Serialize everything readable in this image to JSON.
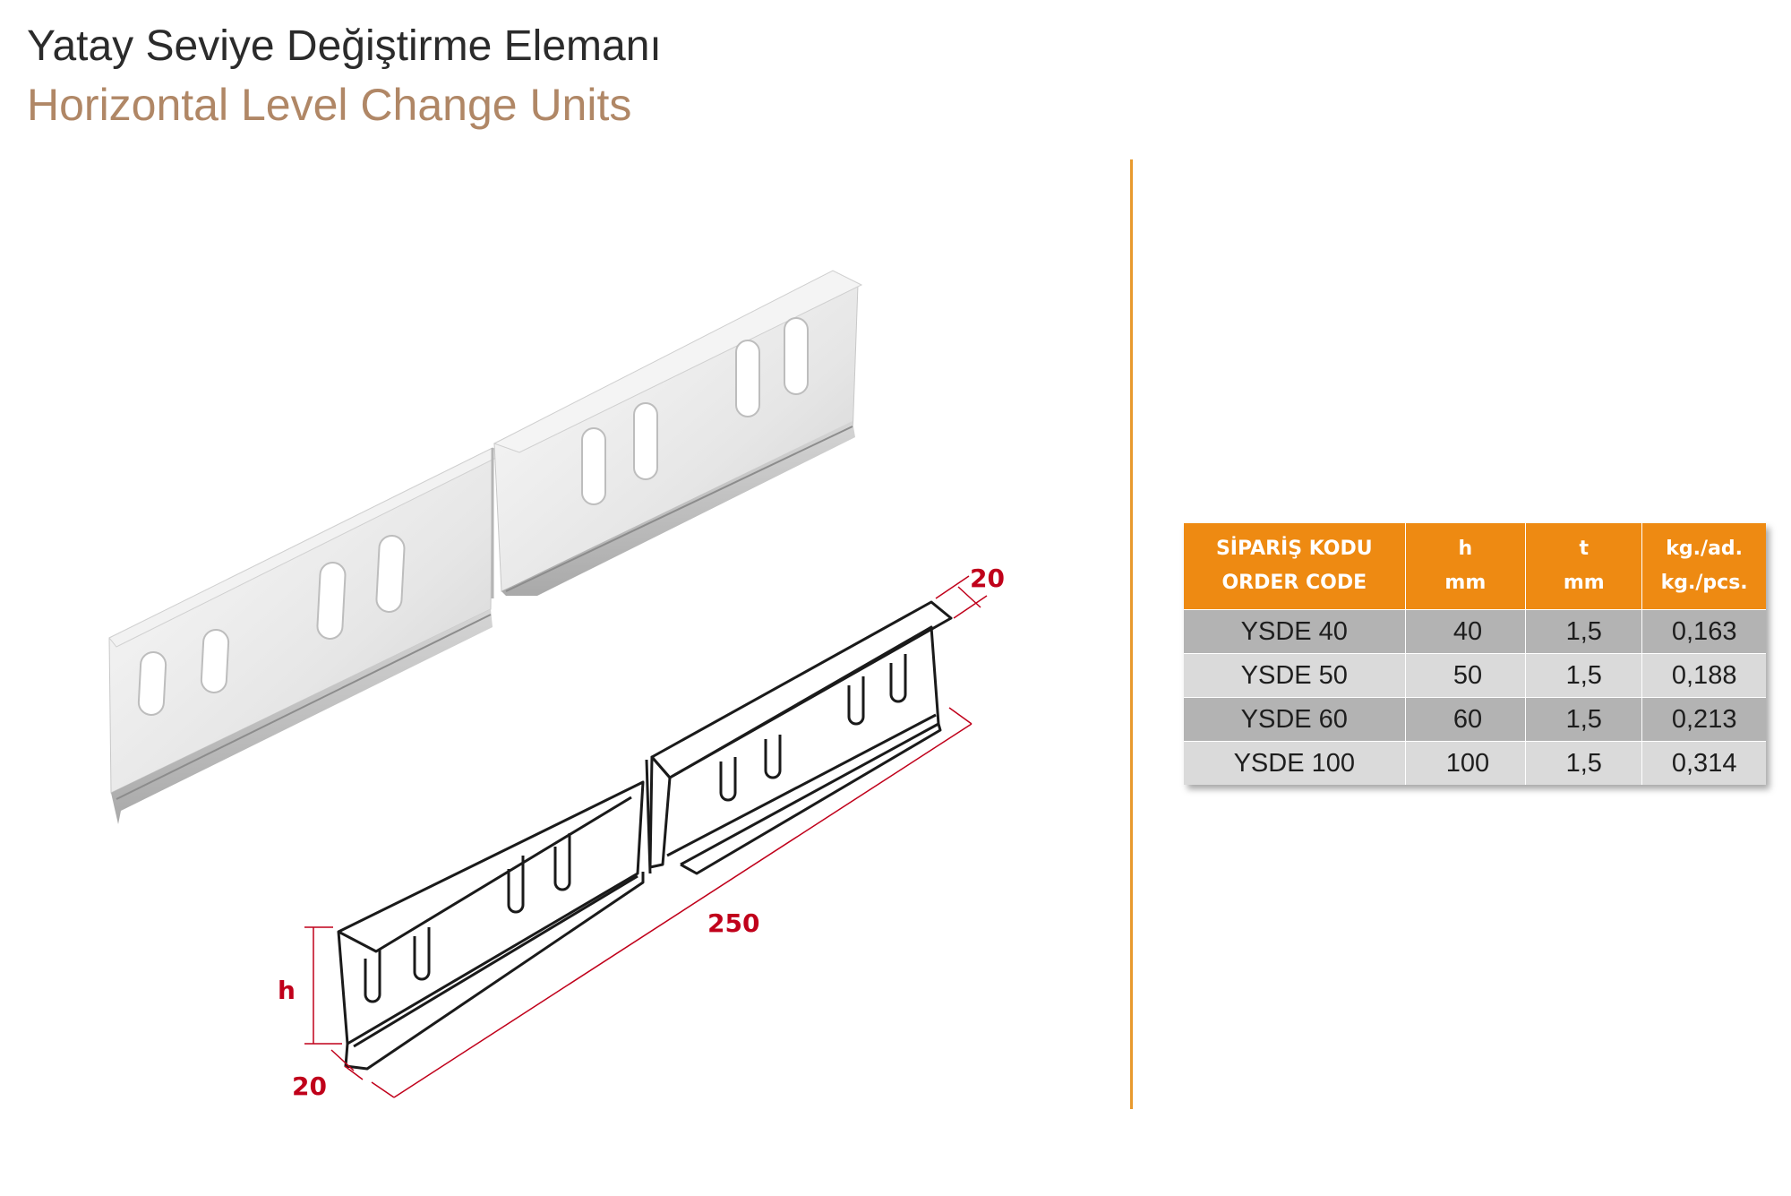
{
  "header": {
    "title_tr": "Yatay Seviye Değiştirme Elemanı",
    "title_en": "Horizontal Level Change Units"
  },
  "drawing": {
    "dim_top_width": "20",
    "dim_length": "250",
    "dim_height": "h",
    "dim_bottom_width": "20",
    "dimension_color": "#c0001a"
  },
  "table": {
    "headers": [
      {
        "line1": "SİPARİŞ KODU",
        "line2": "ORDER CODE"
      },
      {
        "line1": "h",
        "line2": "mm"
      },
      {
        "line1": "t",
        "line2": "mm"
      },
      {
        "line1": "kg./ad.",
        "line2": "kg./pcs."
      }
    ],
    "rows": [
      [
        "YSDE 40",
        "40",
        "1,5",
        "0,163"
      ],
      [
        "YSDE 50",
        "50",
        "1,5",
        "0,188"
      ],
      [
        "YSDE 60",
        "60",
        "1,5",
        "0,213"
      ],
      [
        "YSDE 100",
        "100",
        "1,5",
        "0,314"
      ]
    ],
    "header_color": "#ee8a12"
  }
}
